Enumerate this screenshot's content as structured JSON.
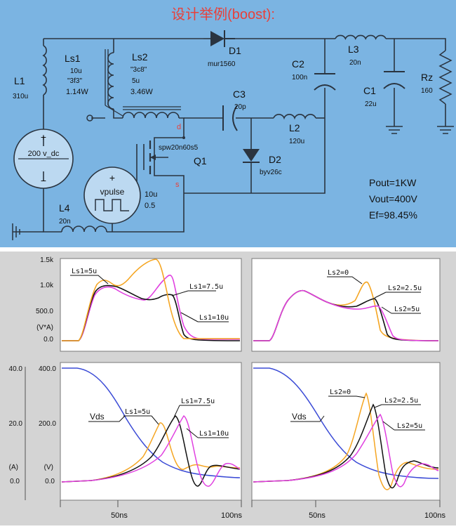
{
  "title": "设计举例(boost):",
  "schematic": {
    "colors": {
      "background": "#7bb4e2",
      "wire": "#2a3440",
      "title": "#e8403a",
      "label": "#111111",
      "value": "#111111"
    },
    "L1": {
      "name": "L1",
      "value": "310u"
    },
    "Ls1": {
      "name": "Ls1",
      "value": "10u",
      "core": "\"3f3\"",
      "power": "1.14W"
    },
    "Ls2": {
      "name": "Ls2",
      "core": "\"3c8\"",
      "value": "5u",
      "power": "3.46W"
    },
    "D1": {
      "name": "D1",
      "part": "mur1560"
    },
    "L3": {
      "name": "L3",
      "value": "20n"
    },
    "C2": {
      "name": "C2",
      "value": "100n"
    },
    "C1": {
      "name": "C1",
      "value": "22u"
    },
    "Rz": {
      "name": "Rz",
      "value": "160"
    },
    "C3": {
      "name": "C3",
      "value": "20p"
    },
    "L2": {
      "name": "L2",
      "value": "120u"
    },
    "D2": {
      "name": "D2",
      "part": "byv26c"
    },
    "Q1": {
      "name": "Q1",
      "part": "spw20n60s5",
      "drain": "d",
      "source": "s"
    },
    "Vdc": {
      "value": "200 v_dc",
      "plus": "+",
      "minus": "−"
    },
    "Vpulse": {
      "name": "vpulse",
      "period": "10u",
      "duty": "0.5",
      "plus": "+"
    },
    "L4": {
      "name": "L4",
      "value": "20n"
    },
    "results": {
      "pout": "Pout=1KW",
      "vout": "Vout=400V",
      "ef": "Ef=98.45%"
    }
  },
  "plots": {
    "colors": {
      "frame_bg": "#d4d4d4",
      "plot_bg": "#ffffff",
      "black": "#111111",
      "orange": "#f5a623",
      "magenta": "#e040e0",
      "blue": "#3b4bd6"
    },
    "power_axis": {
      "ticks": [
        "1.5k",
        "1.0k",
        "500.0",
        "(V*A)",
        "0.0"
      ]
    },
    "vds_axis_v": {
      "ticks": [
        "400.0",
        "200.0",
        "(V)",
        "0.0"
      ]
    },
    "current_axis_a": {
      "ticks": [
        "40.0",
        "20.0",
        "(A)",
        "0.0"
      ]
    },
    "x_axis": {
      "ticks": [
        "50ns",
        "100ns"
      ]
    },
    "top_left": {
      "labels": [
        "Ls1=5u",
        "Ls1=7.5u",
        "Ls1=10u"
      ]
    },
    "top_right": {
      "labels": [
        "Ls2=0",
        "Ls2=2.5u",
        "Ls2=5u"
      ]
    },
    "bottom_left": {
      "labels": [
        "Vds",
        "Ls1=5u",
        "Ls1=7.5u",
        "Ls1=10u"
      ]
    },
    "bottom_right": {
      "labels": [
        "Vds",
        "Ls2=0",
        "Ls2=2.5u",
        "Ls2=5u"
      ]
    }
  }
}
